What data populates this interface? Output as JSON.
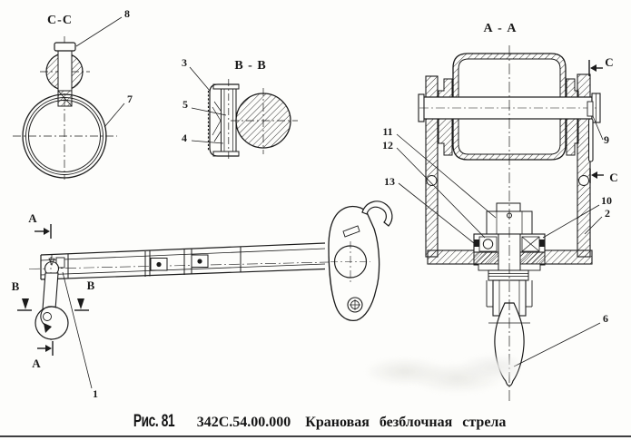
{
  "colors": {
    "ink": "#1b1b1b",
    "paper": "#fdfdfb",
    "rule": "#3f3f3f"
  },
  "figure_caption": {
    "label": "Рис. 81",
    "doc_number": "342С.54.00.000",
    "title": "Крановая безблочная стрела"
  },
  "section_views": {
    "cc": "С-С",
    "bb": "В - В",
    "aa": "А - А"
  },
  "cut_letters": {
    "a": "A",
    "b": "B",
    "c": "C"
  },
  "callouts": {
    "c1": "1",
    "c2": "2",
    "c3": "3",
    "c4": "4",
    "c5": "5",
    "c6": "6",
    "c7": "7",
    "c8": "8",
    "c9": "9",
    "c10": "10",
    "c11": "11",
    "c12": "12",
    "c13": "13"
  }
}
